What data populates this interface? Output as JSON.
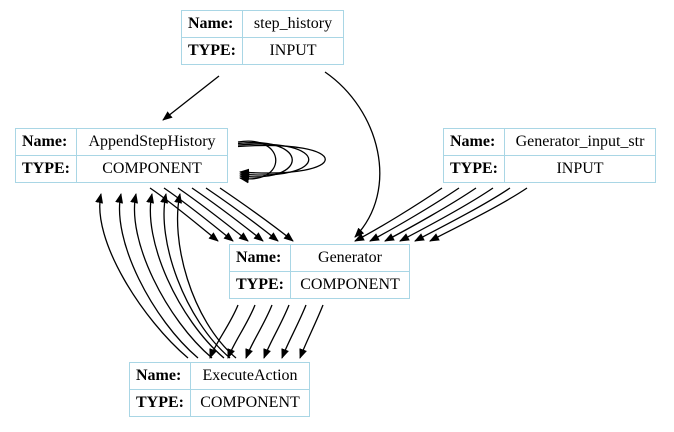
{
  "diagram": {
    "nodes": [
      {
        "id": "step_history",
        "name_label": "Name:",
        "name": "step_history",
        "type_label": "TYPE:",
        "type": "INPUT"
      },
      {
        "id": "append_step_history",
        "name_label": "Name:",
        "name": "AppendStepHistory",
        "type_label": "TYPE:",
        "type": "COMPONENT"
      },
      {
        "id": "generator_input_str",
        "name_label": "Name:",
        "name": "Generator_input_str",
        "type_label": "TYPE:",
        "type": "INPUT"
      },
      {
        "id": "generator",
        "name_label": "Name:",
        "name": "Generator",
        "type_label": "TYPE:",
        "type": "COMPONENT"
      },
      {
        "id": "execute_action",
        "name_label": "Name:",
        "name": "ExecuteAction",
        "type_label": "TYPE:",
        "type": "COMPONENT"
      }
    ],
    "edges": [
      {
        "from": "step_history",
        "to": "append_step_history",
        "count": 1
      },
      {
        "from": "step_history",
        "to": "generator",
        "count": 1
      },
      {
        "from": "append_step_history",
        "to": "append_step_history",
        "count": 4
      },
      {
        "from": "append_step_history",
        "to": "generator",
        "count": 6
      },
      {
        "from": "generator_input_str",
        "to": "generator",
        "count": 6
      },
      {
        "from": "generator",
        "to": "execute_action",
        "count": 6
      },
      {
        "from": "execute_action",
        "to": "append_step_history",
        "count": 6
      }
    ],
    "colors": {
      "node_border": "#a9d6e5",
      "edge": "#000000"
    }
  }
}
